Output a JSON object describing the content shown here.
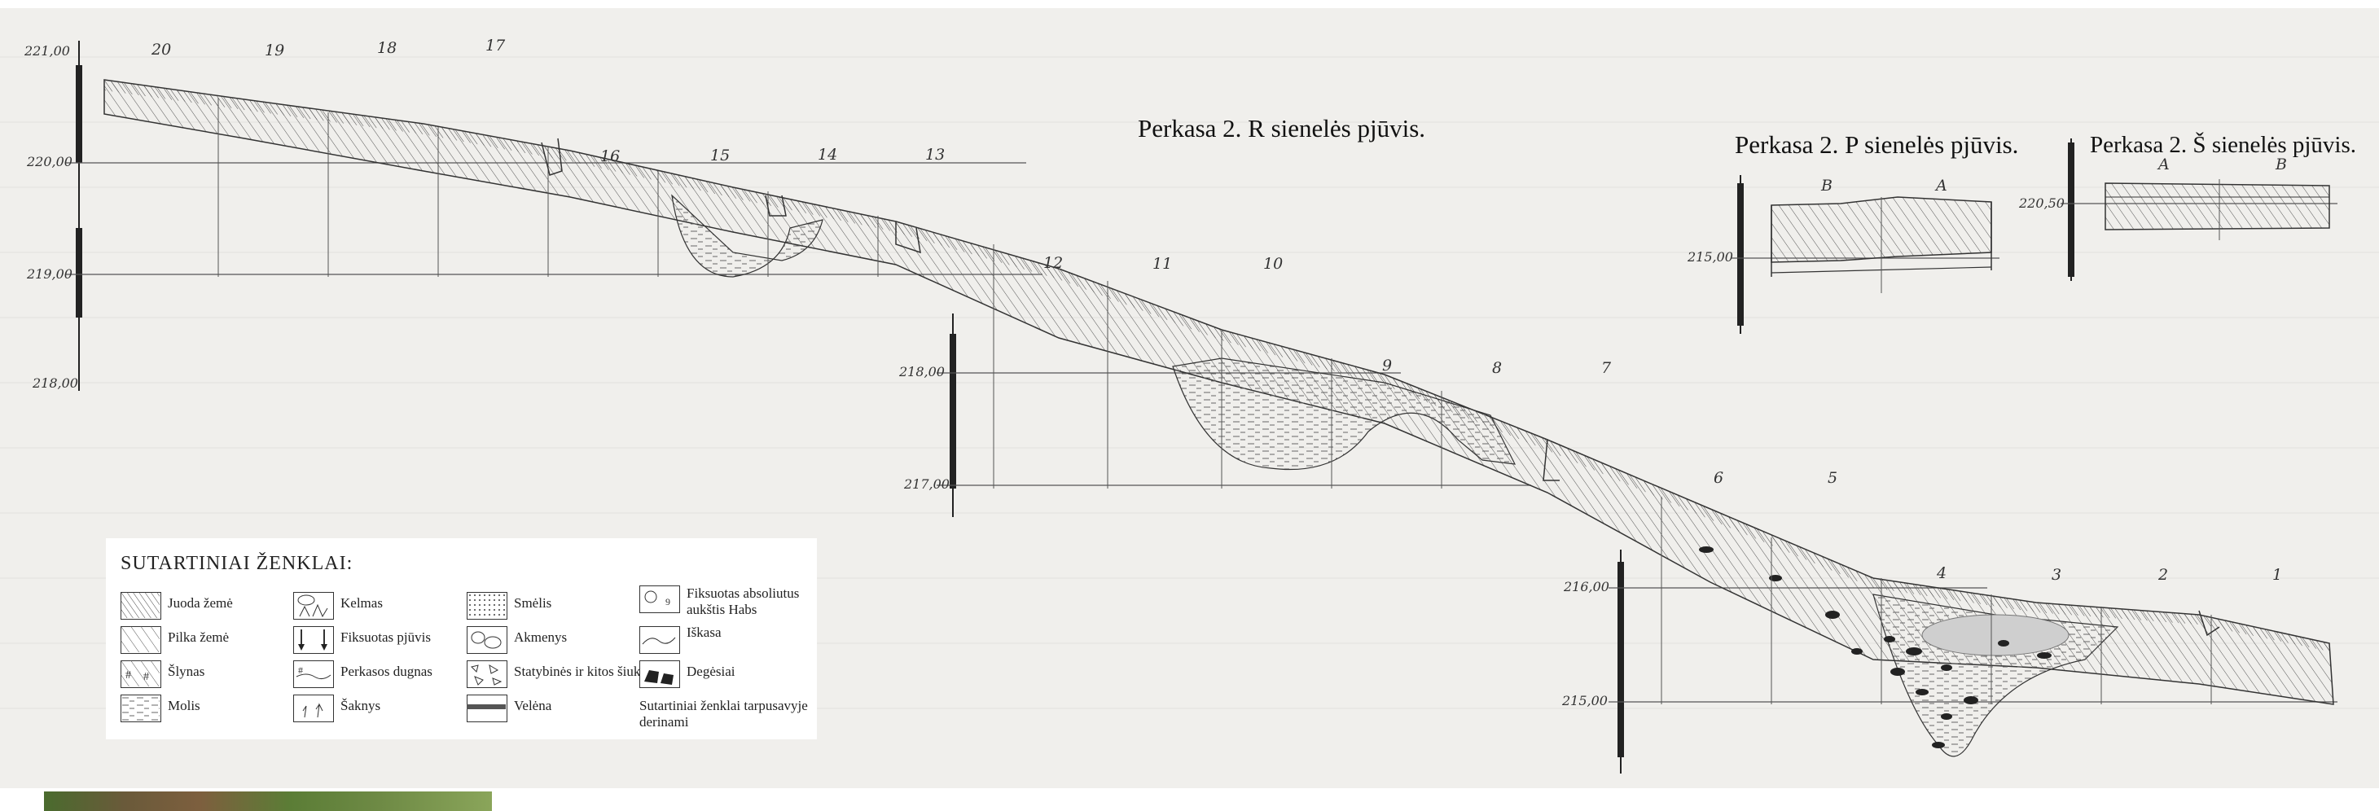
{
  "titles": {
    "r_wall": "Perkasa 2. R sienelės pjūvis.",
    "p_wall": "Perkasa 2. P sienelės pjūvis.",
    "s_wall": "Perkasa 2. Š sienelės pjūvis."
  },
  "stations": {
    "s20": "20",
    "s19": "19",
    "s18": "18",
    "s17": "17",
    "s16": "16",
    "s15": "15",
    "s14": "14",
    "s13": "13",
    "s12": "12",
    "s11": "11",
    "s10": "10",
    "s9": "9",
    "s8": "8",
    "s7": "7",
    "s6": "6",
    "s5": "5",
    "s4": "4",
    "s3": "3",
    "s2": "2",
    "s1": "1"
  },
  "elevations": {
    "e221": "221,00",
    "e220": "220,00",
    "e219": "219,00",
    "e218": "218,00",
    "e218b": "218,00",
    "e217": "217,00",
    "e216": "216,00",
    "e215": "215,00",
    "p215": "215,00",
    "s22050": "220,50"
  },
  "wall_marks": {
    "p_b": "B",
    "p_a": "A",
    "s_a": "A",
    "s_b": "B"
  },
  "legend": {
    "title": "SUTARTINIAI ŽENKLAI:",
    "items": {
      "black_earth": "Juoda žemė",
      "grey_earth": "Pilka žemė",
      "slope": "Šlynas",
      "clay": "Molis",
      "stump": "Kelmas",
      "fixed_section": "Fiksuotas pjūvis",
      "trench_bottom": "Perkasos dugnas",
      "roots": "Šaknys",
      "sand": "Smėlis",
      "stones": "Akmenys",
      "debris": "Statybinės ir kitos šiukšlės",
      "turf": "Velėna",
      "abs_height": "Fiksuotas absoliutus aukštis Habs",
      "dug": "Iškasa",
      "burnt": "Degėsiai",
      "note": "Sutartiniai ženklai tarpusavyje derinami"
    }
  }
}
